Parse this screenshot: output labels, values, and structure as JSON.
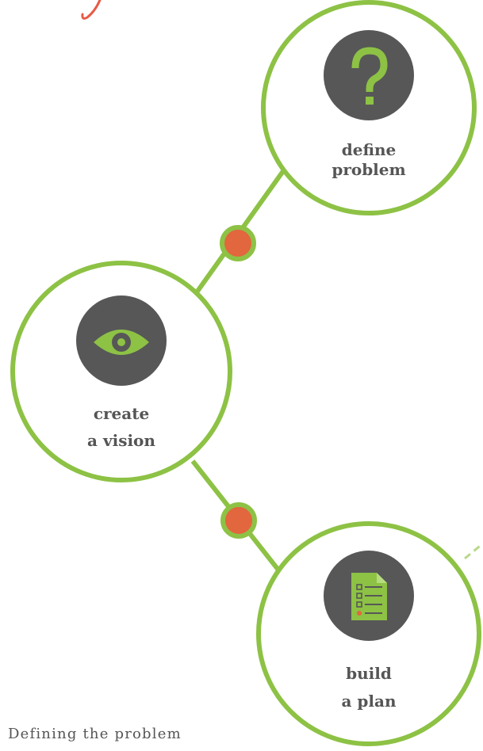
{
  "colors": {
    "green": "#8dc245",
    "orange": "#e2663e",
    "dark": "#575757",
    "text": "#555555",
    "red_stroke": "#e85a45",
    "dashed": "#b9d98a"
  },
  "steps": [
    {
      "line1": "define",
      "line2": "problem",
      "icon": "question-icon"
    },
    {
      "line1": "create",
      "line2": "a vision",
      "icon": "eye-icon"
    },
    {
      "line1": "build",
      "line2": "a plan",
      "icon": "checklist-icon"
    }
  ],
  "caption": "Defining the problem"
}
